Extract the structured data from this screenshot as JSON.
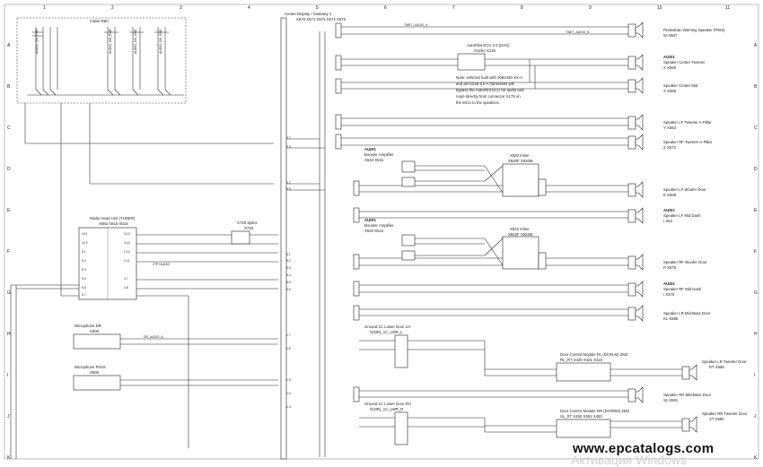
{
  "grid": {
    "columns": [
      "1",
      "2",
      "3",
      "4",
      "5",
      "6",
      "7",
      "8",
      "9",
      "10",
      "11"
    ],
    "rows": [
      "A",
      "B",
      "C",
      "D",
      "E",
      "F",
      "G",
      "H",
      "I",
      "J",
      "K"
    ]
  },
  "cabin_rbc": {
    "title": "Cabin RBC"
  },
  "center_display": {
    "title": "Center Display / Gateway 1",
    "connectors": "X570  X571  X573  X574  X575"
  },
  "autopilot": {
    "title": "AutoPilot ECU 2.5 (DAS)",
    "connectors": "X125A    X126",
    "note": [
      "Note: vehicles built with 3082436-XX-A",
      "and 3072436-XX-A harnesses will",
      "bypass the AutoPilot ECU for audio and",
      "route directly from connector X175 on",
      "the MCU to the speakers."
    ]
  },
  "radio": {
    "title": "Radio Head Unit (TUNER)",
    "connectors": "X562   X615   X618"
  },
  "splice": {
    "title": "X728 Splice",
    "sub": "X728"
  },
  "mic_dr": {
    "title": "Microphone DR",
    "sub": "X605"
  },
  "mic_pass": {
    "title": "Microphone PASS",
    "sub": "X606"
  },
  "booster_1": {
    "tag": "AUDI1",
    "title": "Booster Amplifier",
    "connectors": "X540  X541"
  },
  "booster_2": {
    "tag": "AUDI1",
    "title": "Booster Amplifier",
    "connectors": "X540  X541"
  },
  "inline_1": {
    "title": "X920 Inline",
    "connectors": "X920F  X920M"
  },
  "inline_2": {
    "title": "X922 Inline",
    "connectors": "X922F  X922M"
  },
  "ground_lf": {
    "title": "Ground 1C Lower Door LH",
    "sub": "G(NR)_1C_LWR_L"
  },
  "ground_rf": {
    "title": "Ground 1C Lower Door RH",
    "sub": "G(NR)_1C_LWR_R"
  },
  "door_rl": {
    "title": "Door Control Module RL (DCRLM) ZM3",
    "connectors": "RL_RT   X420   X421   X423"
  },
  "door_rr": {
    "title": "Door Control Module RR (DCRRM) ZM3",
    "connectors": "SL_ST   X450   X451   X453"
  },
  "speakers": [
    {
      "tag": "",
      "name": "Pedestrian Warning Speaker (PWS)",
      "id": "W        X567"
    },
    {
      "tag": "AUDI1",
      "name": "Speaker Center Tweeter",
      "id": "X        X560"
    },
    {
      "tag": "",
      "name": "Speaker Center Mid",
      "id": "X        X565"
    },
    {
      "tag": "",
      "name": "Speaker LF Tweeter A-Pillar",
      "id": "Y        X563"
    },
    {
      "tag": "",
      "name": "Speaker RF Tweeter A-Pillar",
      "id": "Z        X573"
    },
    {
      "tag": "",
      "name": "Speaker LF Woofer Door",
      "id": "E        X568"
    },
    {
      "tag": "AUDI1",
      "name": "Speaker LF Mid Dash",
      "id": "I        X64"
    },
    {
      "tag": "",
      "name": "Speaker RF Woofer Door",
      "id": "P        X578"
    },
    {
      "tag": "AUDI1",
      "name": "Speaker RF Mid Dash",
      "id": "I        X576"
    },
    {
      "tag": "",
      "name": "Speaker LR Mid-Bass Door",
      "id": "KL       X586"
    },
    {
      "tag": "",
      "name": "Speaker RR Mid-Bass Door",
      "id": "SL       X591"
    }
  ],
  "speakers_rear_tw": [
    {
      "name": "Speaker LR Tweeter Door",
      "id": "RT       X585"
    },
    {
      "name": "Speaker RR Tweeter Door",
      "id": "ST       X590"
    }
  ],
  "watermark": {
    "text": "www.epcatalogs.com",
    "overlay": "Активация Windows"
  },
  "wire_labels": {
    "audio_a": "TWET_AUDIO_A",
    "audio_b": "TWET_AUDIO_B",
    "mic": "DR_AUDIO_A",
    "gnd": "ZTP+AUDIO"
  },
  "colors": {
    "line": "#222222",
    "background": "#ffffff",
    "watermark_overlay": "#cfcfcf"
  }
}
